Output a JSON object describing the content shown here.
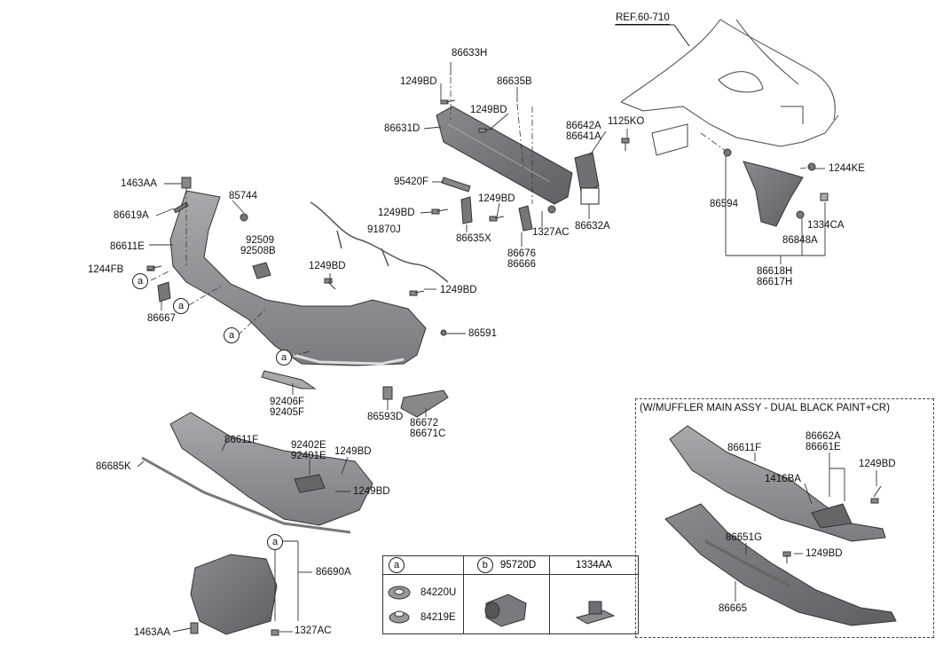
{
  "reference": "REF.60-710",
  "variant_title": "(W/MUFFLER MAIN ASSY - DUAL BLACK PAINT+CR)",
  "callout_letters": {
    "a": "a",
    "b": "b"
  },
  "parts": {
    "p86633H": "86633H",
    "p1249BD_1": "1249BD",
    "p86635B": "86635B",
    "p1249BD_2": "1249BD",
    "p86631D": "86631D",
    "p86642A": "86642A",
    "p86641A": "86641A",
    "p1125KO": "1125KO",
    "p1244KE": "1244KE",
    "p1463AA_1": "1463AA",
    "p85744": "85744",
    "p86619A": "86619A",
    "p95420F": "95420F",
    "p1249BD_3": "1249BD",
    "p1249BD_4": "1249BD",
    "p86594": "86594",
    "p1334CA": "1334CA",
    "p91870J": "91870J",
    "p86611E": "86611E",
    "p92509": "92509",
    "p92508B": "92508B",
    "p86635X": "86635X",
    "p1327AC_1": "1327AC",
    "p86632A": "86632A",
    "p86848A": "86848A",
    "p86676": "86676",
    "p86666": "86666",
    "p1244FB": "1244FB",
    "p1249BD_5": "1249BD",
    "p1249BD_6": "1249BD",
    "p86618H": "86618H",
    "p86617H": "86617H",
    "p86667": "86667",
    "p86591": "86591",
    "p92406F": "92406F",
    "p92405F": "92405F",
    "p86593D": "86593D",
    "p86672": "86672",
    "p86671C": "86671C",
    "p86611F": "86611F",
    "p92402E": "92402E",
    "p92401E": "92401E",
    "p1249BD_7": "1249BD",
    "p86685K": "86685K",
    "p1249BD_8": "1249BD",
    "p86690A": "86690A",
    "p1463AA_2": "1463AA",
    "p1327AC_2": "1327AC",
    "v86611F": "86611F",
    "v86662A": "86662A",
    "v86661E": "86661E",
    "v1416BA": "1416BA",
    "v1249BD_a": "1249BD",
    "v86651G": "86651G",
    "v1249BD_b": "1249BD",
    "v86665": "86665"
  },
  "legend": {
    "col_a": "a",
    "col_b": "b",
    "col_b_part": "95720D",
    "col_c_part": "1334AA",
    "a_item1": "84220U",
    "a_item2": "84219E"
  },
  "colors": {
    "part_fill": "#8f8f92",
    "part_dark": "#6e6e72",
    "part_light": "#b3b3b6",
    "line": "#222222"
  }
}
